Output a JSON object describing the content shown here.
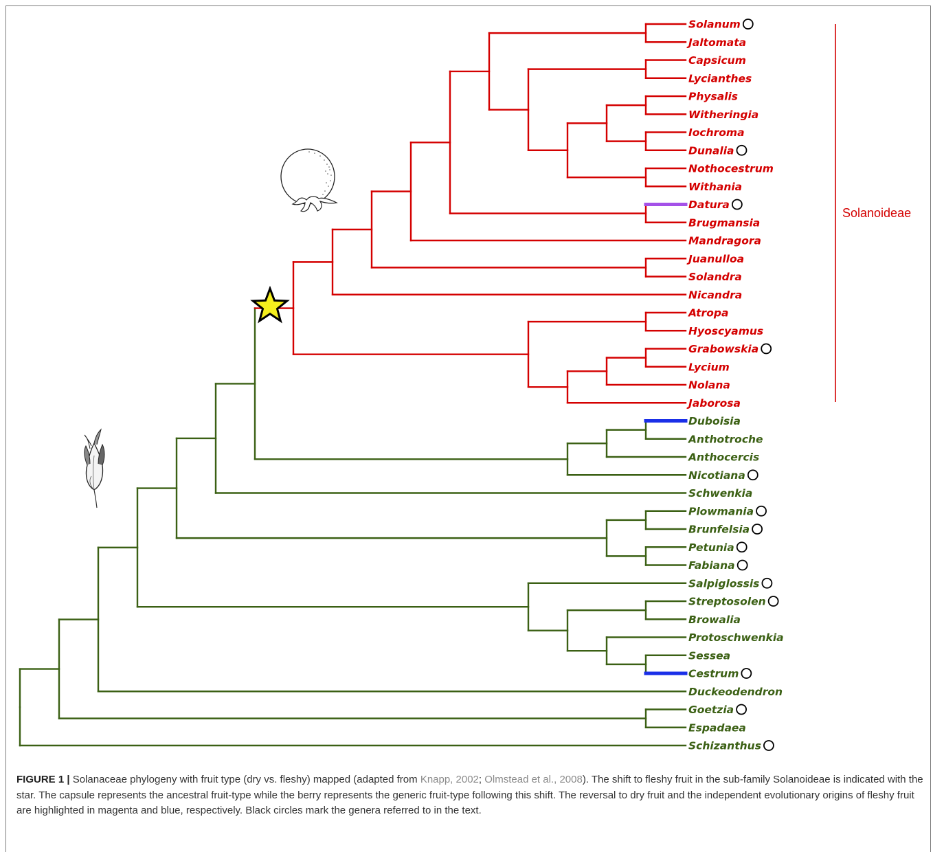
{
  "colors": {
    "solanoideae": "#d40000",
    "outgroup": "#3b6014",
    "reversal_dry": "#a451e8",
    "fleshy_origin": "#1a2fe8",
    "marker": "#000000",
    "star_fill": "#f5ef1d"
  },
  "icons": {
    "berry": "berry-fruit-icon",
    "capsule": "capsule-fruit-icon",
    "shift": "star-icon",
    "marker": "circle-marker-icon"
  },
  "clade_label": "Solanoideae",
  "taxa": [
    {
      "name": "Solanum",
      "group": "red",
      "marked": true
    },
    {
      "name": "Jaltomata",
      "group": "red",
      "marked": false
    },
    {
      "name": "Capsicum",
      "group": "red",
      "marked": false
    },
    {
      "name": "Lycianthes",
      "group": "red",
      "marked": false
    },
    {
      "name": "Physalis",
      "group": "red",
      "marked": false
    },
    {
      "name": "Witheringia",
      "group": "red",
      "marked": false
    },
    {
      "name": "Iochroma",
      "group": "red",
      "marked": false
    },
    {
      "name": "Dunalia",
      "group": "red",
      "marked": true
    },
    {
      "name": "Nothocestrum",
      "group": "red",
      "marked": false
    },
    {
      "name": "Withania",
      "group": "red",
      "marked": false
    },
    {
      "name": "Datura",
      "group": "red",
      "marked": true,
      "highlight": "magenta"
    },
    {
      "name": "Brugmansia",
      "group": "red",
      "marked": false
    },
    {
      "name": "Mandragora",
      "group": "red",
      "marked": false
    },
    {
      "name": "Juanulloa",
      "group": "red",
      "marked": false
    },
    {
      "name": "Solandra",
      "group": "red",
      "marked": false
    },
    {
      "name": "Nicandra",
      "group": "red",
      "marked": false
    },
    {
      "name": "Atropa",
      "group": "red",
      "marked": false
    },
    {
      "name": "Hyoscyamus",
      "group": "red",
      "marked": false
    },
    {
      "name": "Grabowskia",
      "group": "red",
      "marked": true
    },
    {
      "name": "Lycium",
      "group": "red",
      "marked": false
    },
    {
      "name": "Nolana",
      "group": "red",
      "marked": false
    },
    {
      "name": "Jaborosa",
      "group": "red",
      "marked": false
    },
    {
      "name": "Duboisia",
      "group": "green",
      "marked": false,
      "highlight": "blue"
    },
    {
      "name": "Anthotroche",
      "group": "green",
      "marked": false
    },
    {
      "name": "Anthocercis",
      "group": "green",
      "marked": false
    },
    {
      "name": "Nicotiana",
      "group": "green",
      "marked": true
    },
    {
      "name": "Schwenkia",
      "group": "green",
      "marked": false
    },
    {
      "name": "Plowmania",
      "group": "green",
      "marked": true
    },
    {
      "name": "Brunfelsia",
      "group": "green",
      "marked": true
    },
    {
      "name": "Petunia",
      "group": "green",
      "marked": true
    },
    {
      "name": "Fabiana",
      "group": "green",
      "marked": true
    },
    {
      "name": "Salpiglossis",
      "group": "green",
      "marked": true
    },
    {
      "name": "Streptosolen",
      "group": "green",
      "marked": true
    },
    {
      "name": "Browalia",
      "group": "green",
      "marked": false
    },
    {
      "name": "Protoschwenkia",
      "group": "green",
      "marked": false
    },
    {
      "name": "Sessea",
      "group": "green",
      "marked": false
    },
    {
      "name": "Cestrum",
      "group": "green",
      "marked": true,
      "highlight": "blue"
    },
    {
      "name": "Duckeodendron",
      "group": "green",
      "marked": false
    },
    {
      "name": "Goetzia",
      "group": "green",
      "marked": true
    },
    {
      "name": "Espadaea",
      "group": "green",
      "marked": false
    },
    {
      "name": "Schizanthus",
      "group": "green",
      "marked": true
    }
  ],
  "caption": {
    "label": "FIGURE 1 |",
    "part1": " Solanaceae phylogeny with fruit type (dry vs. fleshy) mapped (adapted from ",
    "cite1": "Knapp, 2002",
    "part2": "; ",
    "cite2": "Olmstead et al., 2008",
    "part3": "). The shift to fleshy fruit in the sub-family Solanoideae is indicated with the star. The capsule represents the ancestral fruit-type while the berry represents the generic fruit-type following this shift. The reversal to dry fruit and the independent evolutionary origins of fleshy fruit are highlighted in magenta and blue, respectively. Black circles mark the genera referred to in the text."
  }
}
